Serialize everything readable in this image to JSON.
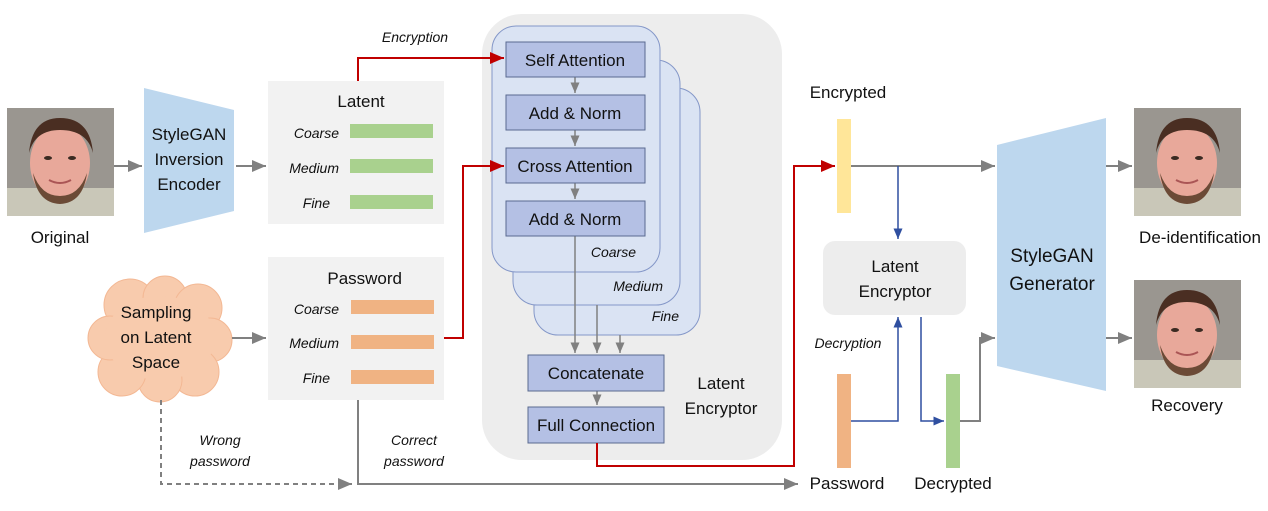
{
  "labels": {
    "original": "Original",
    "encoder": [
      "StyleGAN",
      "Inversion",
      "Encoder"
    ],
    "latent_title": "Latent",
    "password_title": "Password",
    "levels": [
      "Coarse",
      "Medium",
      "Fine"
    ],
    "sampling": [
      "Sampling",
      "on Latent",
      "Space"
    ],
    "encryption": "Encryption",
    "decryption": "Decryption",
    "wrong_password": [
      "Wrong",
      "password"
    ],
    "correct_password": [
      "Correct",
      "password"
    ],
    "self_attention": "Self Attention",
    "add_norm": "Add & Norm",
    "cross_attention": "Cross Attention",
    "concatenate": "Concatenate",
    "full_connection": "Full Connection",
    "latent_encryptor": [
      "Latent",
      "Encryptor"
    ],
    "encrypted": "Encrypted",
    "password": "Password",
    "decrypted": "Decrypted",
    "generator": [
      "StyleGAN",
      "Generator"
    ],
    "deidentification": "De-identification",
    "recovery": "Recovery"
  },
  "colors": {
    "latent_bar": "#a9d18e",
    "password_bar": "#f0b383",
    "encrypted_bar": "#ffe699",
    "network": "#bdd7ee",
    "block": "#b4c0e4",
    "red_arrow": "#c00000",
    "blue_arrow": "#2f4fa0",
    "gray_arrow": "#808080",
    "cloud": "#f8cbad"
  }
}
